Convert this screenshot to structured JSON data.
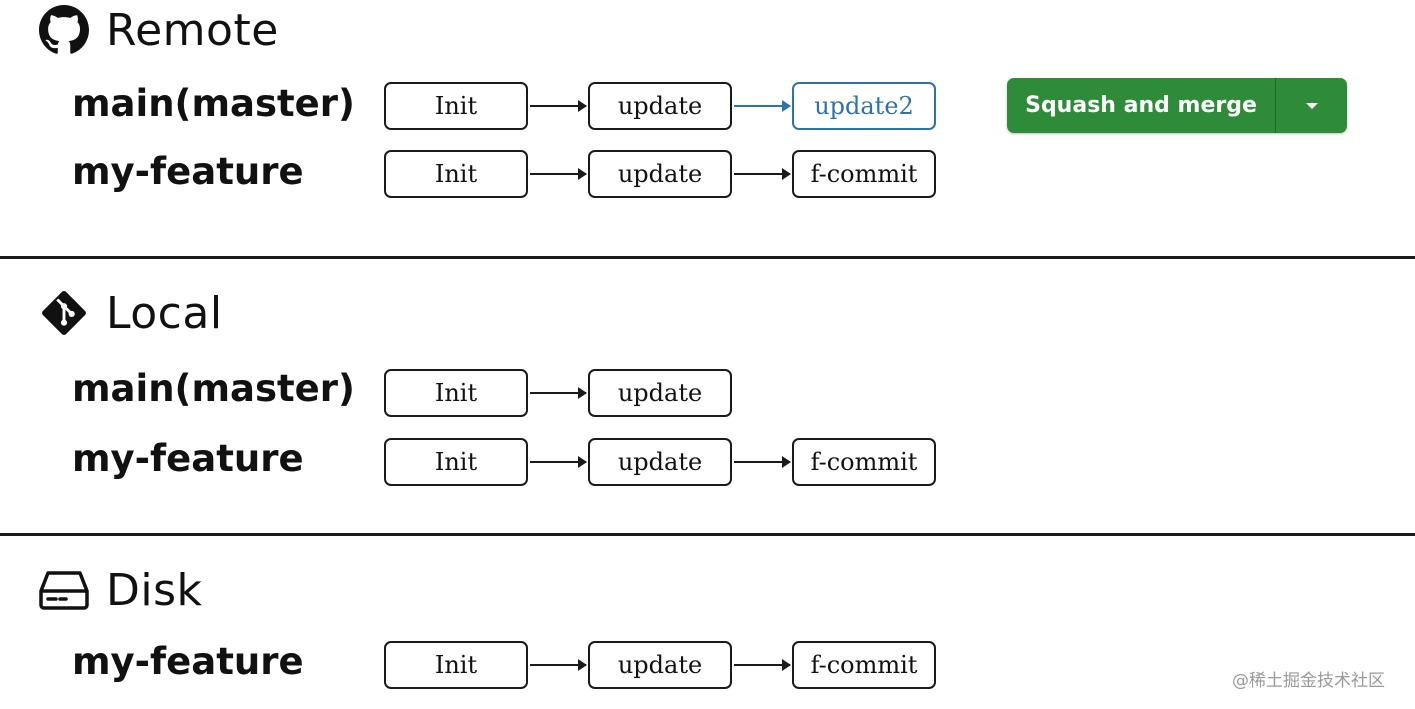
{
  "sections": {
    "remote": {
      "title": "Remote",
      "icon": "github-icon",
      "branches": [
        {
          "label": "main(master)",
          "commits": [
            "Init",
            "update",
            "update2"
          ]
        },
        {
          "label": "my-feature",
          "commits": [
            "Init",
            "update",
            "f-commit"
          ]
        }
      ]
    },
    "local": {
      "title": "Local",
      "icon": "git-icon",
      "branches": [
        {
          "label": "main(master)",
          "commits": [
            "Init",
            "update"
          ]
        },
        {
          "label": "my-feature",
          "commits": [
            "Init",
            "update",
            "f-commit"
          ]
        }
      ]
    },
    "disk": {
      "title": "Disk",
      "icon": "hard-drive-icon",
      "branches": [
        {
          "label": "my-feature",
          "commits": [
            "Init",
            "update",
            "f-commit"
          ]
        }
      ]
    }
  },
  "merge_button": {
    "label": "Squash and merge",
    "color": "#2e8b3a",
    "dropdown_icon": "caret-down-icon"
  },
  "highlight_color": "#2f72a8",
  "watermark": "@稀土掘金技术社区"
}
